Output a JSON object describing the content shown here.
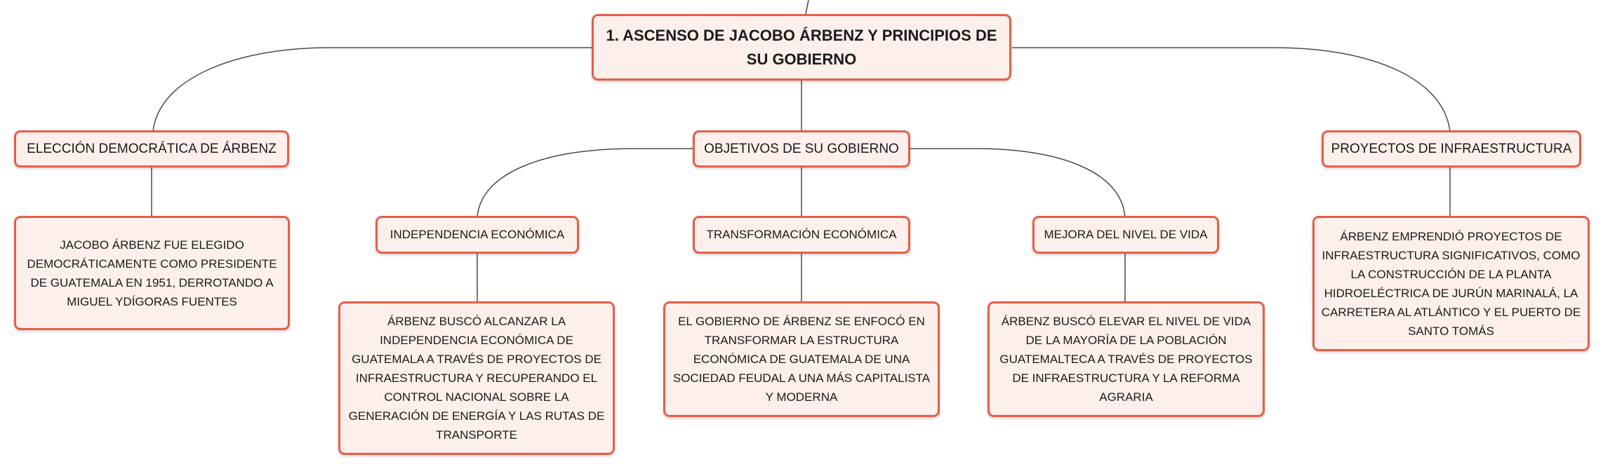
{
  "root": {
    "title": "1. ASCENSO DE JACOBO ÁRBENZ Y PRINCIPIOS DE SU GOBIERNO"
  },
  "branches": {
    "eleccion": {
      "label": "ELECCIÓN DEMOCRÁTICA DE ÁRBENZ",
      "detail": "JACOBO ÁRBENZ FUE ELEGIDO DEMOCRÁTICAMENTE COMO PRESIDENTE DE GUATEMALA EN 1951, DERROTANDO A MIGUEL YDÍGORAS FUENTES"
    },
    "objetivos": {
      "label": "OBJETIVOS DE SU GOBIERNO",
      "children": [
        {
          "label": "INDEPENDENCIA ECONÓMICA",
          "detail": "ÁRBENZ BUSCÓ ALCANZAR LA INDEPENDENCIA ECONÓMICA DE GUATEMALA A TRAVÉS DE PROYECTOS DE INFRAESTRUCTURA Y RECUPERANDO EL CONTROL NACIONAL SOBRE LA GENERACIÓN DE ENERGÍA Y LAS RUTAS DE TRANSPORTE"
        },
        {
          "label": "TRANSFORMACIÓN ECONÓMICA",
          "detail": "EL GOBIERNO DE ÁRBENZ SE ENFOCÓ EN TRANSFORMAR LA ESTRUCTURA ECONÓMICA DE GUATEMALA DE UNA SOCIEDAD FEUDAL A UNA MÁS CAPITALISTA Y MODERNA"
        },
        {
          "label": "MEJORA DEL NIVEL DE VIDA",
          "detail": "ÁRBENZ BUSCÓ ELEVAR EL NIVEL DE VIDA DE LA MAYORÍA DE LA POBLACIÓN GUATEMALTECA A TRAVÉS DE PROYECTOS DE INFRAESTRUCTURA Y LA REFORMA AGRARIA"
        }
      ]
    },
    "proyectos": {
      "label": "PROYECTOS DE INFRAESTRUCTURA",
      "detail": "ÁRBENZ EMPRENDIÓ PROYECTOS DE INFRAESTRUCTURA SIGNIFICATIVOS, COMO LA CONSTRUCCIÓN DE LA PLANTA HIDROELÉCTRICA DE JURÚN MARINALÁ, LA CARRETERA AL ATLÁNTICO Y EL PUERTO DE SANTO TOMÁS"
    }
  }
}
